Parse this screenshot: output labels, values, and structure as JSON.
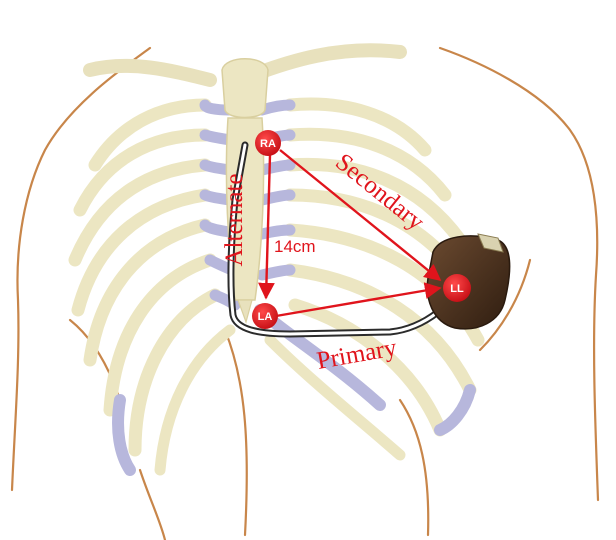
{
  "colors": {
    "vector": "#e0141c",
    "node_fill": "#e0141c",
    "bone": "#ece6c2",
    "bone_edge": "#d9cf9f",
    "cartilage": "#b7b7dc",
    "outline": "#c8864a",
    "device": "#4a2f1c",
    "lead": "#2b2b2b"
  },
  "nodes": {
    "ra": "RA",
    "la": "LA",
    "ll": "LL"
  },
  "vectors": {
    "alternate": "Alternate",
    "secondary": "Secondary",
    "primary": "Primary"
  },
  "distance": "14cm",
  "icons": {
    "device": "subcutaneous-icd-generator-icon",
    "lead": "subcutaneous-lead-icon"
  }
}
